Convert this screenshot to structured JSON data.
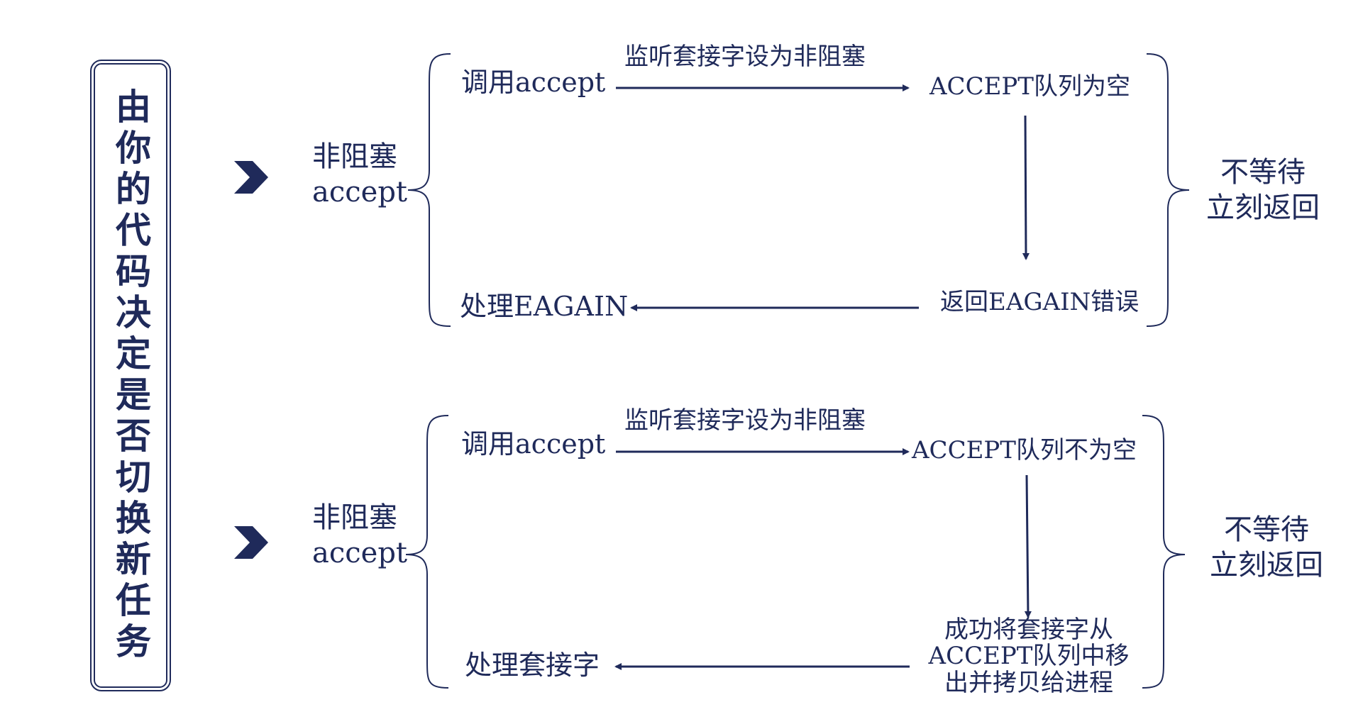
{
  "title": "由你的代码决定是否切换新任务",
  "sections": [
    {
      "mode_line1": "非阻塞",
      "mode_line2": "accept",
      "call": "调用accept",
      "arrow_label": "监听套接字设为非阻塞",
      "queue_state": "ACCEPT队列为空",
      "result": "返回EAGAIN错误",
      "handle": "处理EAGAIN",
      "side_line1": "不等待",
      "side_line2": "立刻返回"
    },
    {
      "mode_line1": "非阻塞",
      "mode_line2": "accept",
      "call": "调用accept",
      "arrow_label": "监听套接字设为非阻塞",
      "queue_state": "ACCEPT队列不为空",
      "result_line1": "成功将套接字从",
      "result_line2": "ACCEPT队列中移",
      "result_line3": "出并拷贝给进程",
      "handle": "处理套接字",
      "side_line1": "不等待",
      "side_line2": "立刻返回"
    }
  ],
  "colors": {
    "primary": "#1f2a5a"
  }
}
